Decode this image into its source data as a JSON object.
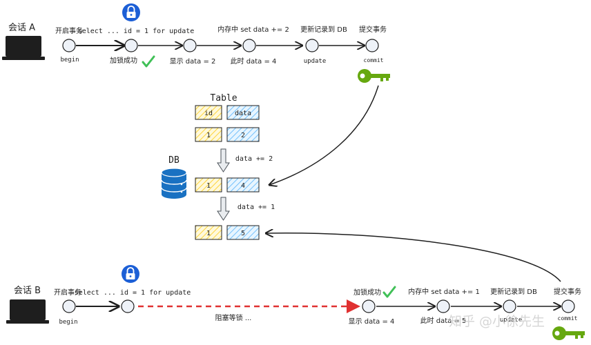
{
  "session_a": {
    "label": "会话 A",
    "step_labels_top": {
      "begin_txn": "开启事务",
      "select_for_update": "select ... id = 1 for update",
      "in_memory": "内存中 set data += 2",
      "update_record": "更新记录到 DB",
      "commit_txn": "提交事务"
    },
    "step_labels_bottom": {
      "begin": "begin",
      "lock_ok": "加锁成功",
      "show_data": "显示 data = 2",
      "now_data": "此时 data = 4",
      "update": "update",
      "commit": "commit"
    }
  },
  "table": {
    "title": "Table",
    "header": [
      "id",
      "data"
    ],
    "row1": [
      "1",
      "2"
    ],
    "row2": [
      "1",
      "4"
    ],
    "row3": [
      "1",
      "5"
    ],
    "op1": "data += 2",
    "op2": "data += 1",
    "db_label": "DB"
  },
  "session_b": {
    "label": "会话 B",
    "step_labels_top": {
      "begin_txn": "开启事务",
      "select_for_update": "select ... id = 1 for update",
      "lock_ok": "加锁成功",
      "in_memory": "内存中 set data += 1",
      "update_record": "更新记录到 DB",
      "commit_txn": "提交事务"
    },
    "step_labels_bottom": {
      "begin": "begin",
      "blocked": "阻塞等锁 ...",
      "show_data": "显示 data = 4",
      "now_data": "此时 data = 5",
      "update": "update",
      "commit": "commit"
    }
  },
  "watermark": "知乎 @小徐先生",
  "colors": {
    "node_fill": "#eef2f8",
    "cell_hatch": "#a5d8ff",
    "id_hatch": "#ffec99",
    "lock_blue": "#1c5fd6",
    "check_green": "#40c057",
    "key_green": "#66a80f",
    "block_red": "#e03131",
    "db_blue": "#1971c2"
  },
  "icons": [
    "laptop-icon",
    "lock-icon",
    "check-icon",
    "key-icon",
    "database-icon",
    "down-arrow-icon"
  ]
}
